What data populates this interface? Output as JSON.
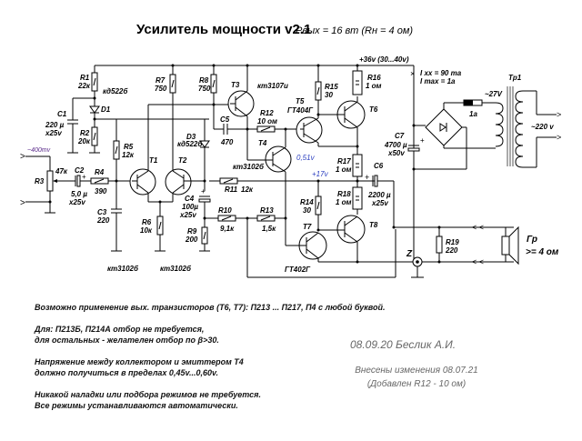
{
  "header": {
    "title": "Усилитель мощности  v2.1",
    "subtitle": "Pвых = 16 вт  (Rн = 4 ом)"
  },
  "supply": {
    "rail_label": "+36v (30...40v)",
    "idle_current": "I xx = 90 ma",
    "max_current": "I max = 1a",
    "mid_voltage": "+17v",
    "t4_vce": "0,51v",
    "input_level": "~400mv"
  },
  "components": {
    "R1": {
      "name": "R1",
      "value": "22к"
    },
    "R2": {
      "name": "R2",
      "value": "20к"
    },
    "R3": {
      "name": "R3",
      "value": "47к"
    },
    "R4": {
      "name": "R4",
      "value": "390"
    },
    "R5": {
      "name": "R5",
      "value": "12к"
    },
    "R6": {
      "name": "R6",
      "value": "10к"
    },
    "R7": {
      "name": "R7",
      "value": "750"
    },
    "R8": {
      "name": "R8",
      "value": "750"
    },
    "R9": {
      "name": "R9",
      "value": "200"
    },
    "R10": {
      "name": "R10",
      "value": "9,1к"
    },
    "R11": {
      "name": "R11",
      "value": "12к"
    },
    "R12": {
      "name": "R12",
      "value": "10 ом"
    },
    "R13": {
      "name": "R13",
      "value": "1,5к"
    },
    "R14": {
      "name": "R14",
      "value": "30"
    },
    "R15": {
      "name": "R15",
      "value": "30"
    },
    "R16": {
      "name": "R16",
      "value": "1 ом"
    },
    "R17": {
      "name": "R17",
      "value": "1 ом"
    },
    "R18": {
      "name": "R18",
      "value": "1 ом"
    },
    "R19": {
      "name": "R19",
      "value": "220"
    },
    "C1": {
      "name": "C1",
      "value1": "220 µ",
      "value2": "x25v"
    },
    "C2": {
      "name": "C2",
      "value1": "5,0 µ",
      "value2": "x25v"
    },
    "C3": {
      "name": "C3",
      "value1": "220"
    },
    "C4": {
      "name": "C4",
      "value1": "100µ",
      "value2": "x25v"
    },
    "C5": {
      "name": "C5",
      "value1": "470"
    },
    "C6": {
      "name": "C6",
      "value1": "2200 µ",
      "value2": "x25v"
    },
    "C7": {
      "name": "C7",
      "value1": "4700 µ",
      "value2": "x50v"
    },
    "D1": {
      "name": "D1",
      "type": "кд522б"
    },
    "D3": {
      "name": "D3",
      "type": "кд522б"
    },
    "T1": {
      "name": "T1",
      "type": "кт3102б"
    },
    "T2": {
      "name": "T2",
      "type": "кт3102б"
    },
    "T3": {
      "name": "T3",
      "type": "кт3107и"
    },
    "T4": {
      "name": "T4",
      "type": "кт3102б"
    },
    "T5": {
      "name": "T5",
      "type": "ГТ404Г"
    },
    "T6": {
      "name": "T6"
    },
    "T7": {
      "name": "T7",
      "type": "ГТ402Г"
    },
    "T8": {
      "name": "T8"
    },
    "fuse": {
      "value": "1a"
    },
    "transformer": {
      "name": "Tp1",
      "secondary": "~27V",
      "primary": "~220 v"
    },
    "speaker": {
      "name": "Гр",
      "impedance": ">= 4 ом"
    },
    "ground_point": "Z"
  },
  "notes": [
    "Возможно применение вых. транзисторов (T6, T7): П213 ... П217, П4  с любой буквой.",
    "Для: П213Б, П214А отбор не требуется,",
    "для остальных - желателен отбор по  β>30.",
    "Напряжение между коллектором и эмиттером Т4",
    "должно получиться в пределах 0,45v...0,60v.",
    "Никакой наладки или подбора режимов не требуется.",
    "Все режимы устанавливаются автоматически."
  ],
  "signature": "08.09.20   Беслик А.И.",
  "changes": {
    "line1": "Внесены изменения 08.07.21",
    "line2": "(Добавлен R12 - 10 ом)"
  }
}
